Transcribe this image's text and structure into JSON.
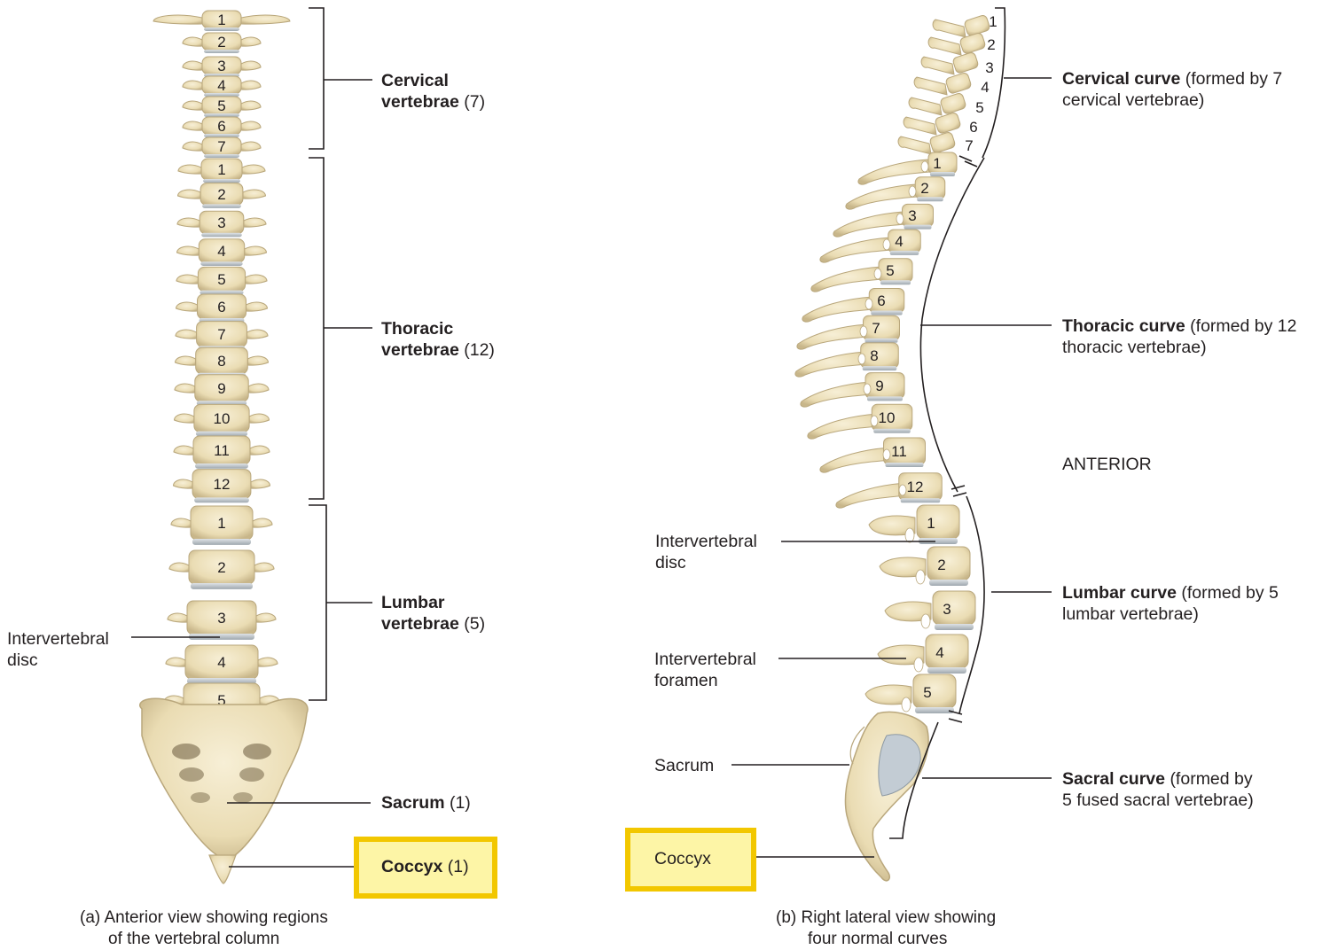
{
  "panel_a": {
    "cervical": {
      "bold": "Cervical",
      "bold2": "vertebrae",
      "count": "(7)"
    },
    "thoracic": {
      "bold": "Thoracic",
      "bold2": "vertebrae",
      "count": "(12)"
    },
    "lumbar": {
      "bold": "Lumbar",
      "bold2": "vertebrae",
      "count": "(5)"
    },
    "sacrum": {
      "bold": "Sacrum",
      "count": "(1)"
    },
    "coccyx": {
      "bold": "Coccyx",
      "count": "(1)"
    },
    "disc": {
      "line1": "Intervertebral",
      "line2": "disc"
    },
    "caption": {
      "line1": "(a) Anterior view showing regions",
      "line2": "of the vertebral column"
    },
    "numbers": {
      "cervical": [
        "1",
        "2",
        "3",
        "4",
        "5",
        "6",
        "7"
      ],
      "thoracic": [
        "1",
        "2",
        "3",
        "4",
        "5",
        "6",
        "7",
        "8",
        "9",
        "10",
        "11",
        "12"
      ],
      "lumbar": [
        "1",
        "2",
        "3",
        "4",
        "5"
      ]
    }
  },
  "panel_b": {
    "cervical_curve": {
      "bold": "Cervical curve",
      "rest": "(formed by 7",
      "line2": "cervical vertebrae)"
    },
    "thoracic_curve": {
      "bold": "Thoracic curve",
      "rest": "(formed by 12",
      "line2": "thoracic vertebrae)"
    },
    "anterior": "ANTERIOR",
    "lumbar_curve": {
      "bold": "Lumbar curve",
      "rest": "(formed by 5",
      "line2": "lumbar vertebrae)"
    },
    "sacral_curve": {
      "bold": "Sacral curve",
      "rest": "(formed by",
      "line2": "5 fused sacral vertebrae)"
    },
    "disc": {
      "line1": "Intervertebral",
      "line2": "disc"
    },
    "foramen": {
      "line1": "Intervertebral",
      "line2": "foramen"
    },
    "sacrum": "Sacrum",
    "coccyx": "Coccyx",
    "caption": {
      "line1": "(b) Right lateral view showing",
      "line2": "four normal curves"
    },
    "numbers": {
      "cervical": [
        "1",
        "2",
        "3",
        "4",
        "5",
        "6",
        "7"
      ],
      "thoracic": [
        "1",
        "2",
        "3",
        "4",
        "5",
        "6",
        "7",
        "8",
        "9",
        "10",
        "11",
        "12"
      ],
      "lumbar": [
        "1",
        "2",
        "3",
        "4",
        "5"
      ]
    }
  },
  "colors": {
    "bone": "#efe3c0",
    "bone_shadow": "#b9a77c",
    "disc": "#bcc3c9",
    "highlight": "#f2c700",
    "highlight_fill": "#fdf5a6"
  }
}
